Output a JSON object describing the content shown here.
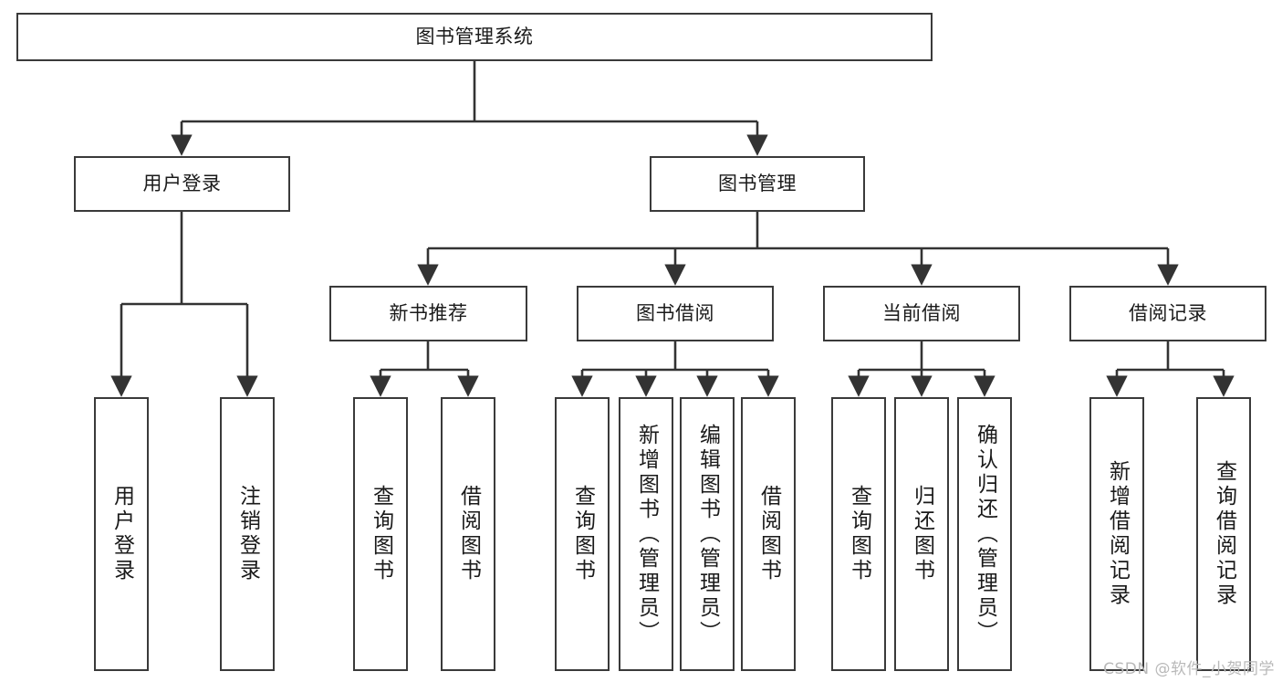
{
  "diagram": {
    "title": "图书管理系统",
    "type": "tree",
    "watermark": "CSDN @软件_小贺同学",
    "colors": {
      "box_border": "#3a3a3a",
      "box_fill": "#ffffff",
      "edge": "#333333",
      "text": "#1a1a1a",
      "watermark": "#b9b9b9"
    },
    "nodes": {
      "root": {
        "label": "图书管理系统"
      },
      "level2": [
        {
          "id": "user-login",
          "label": "用户登录"
        },
        {
          "id": "book-management",
          "label": "图书管理"
        }
      ],
      "level3": [
        {
          "id": "new-book-recommend",
          "label": "新书推荐"
        },
        {
          "id": "book-borrow",
          "label": "图书借阅"
        },
        {
          "id": "current-borrow",
          "label": "当前借阅"
        },
        {
          "id": "borrow-record",
          "label": "借阅记录"
        }
      ],
      "leaves": {
        "user_login": [
          {
            "id": "leaf-user-login",
            "label": "用户登录"
          },
          {
            "id": "leaf-logout-login",
            "label": "注销登录"
          }
        ],
        "new_book_recommend": [
          {
            "id": "leaf-query-book-1",
            "label": "查询图书"
          },
          {
            "id": "leaf-borrow-book-1",
            "label": "借阅图书"
          }
        ],
        "book_borrow": [
          {
            "id": "leaf-query-book-2",
            "label": "查询图书"
          },
          {
            "id": "leaf-add-book",
            "label": "新增图书（管理员）"
          },
          {
            "id": "leaf-edit-book",
            "label": "编辑图书（管理员）"
          },
          {
            "id": "leaf-borrow-book-2",
            "label": "借阅图书"
          }
        ],
        "current_borrow": [
          {
            "id": "leaf-query-book-3",
            "label": "查询图书"
          },
          {
            "id": "leaf-return-book",
            "label": "归还图书"
          },
          {
            "id": "leaf-confirm-return",
            "label": "确认归还（管理员）"
          }
        ],
        "borrow_record": [
          {
            "id": "leaf-add-record",
            "label": "新增借阅记录"
          },
          {
            "id": "leaf-query-record",
            "label": "查询借阅记录"
          }
        ]
      }
    }
  }
}
